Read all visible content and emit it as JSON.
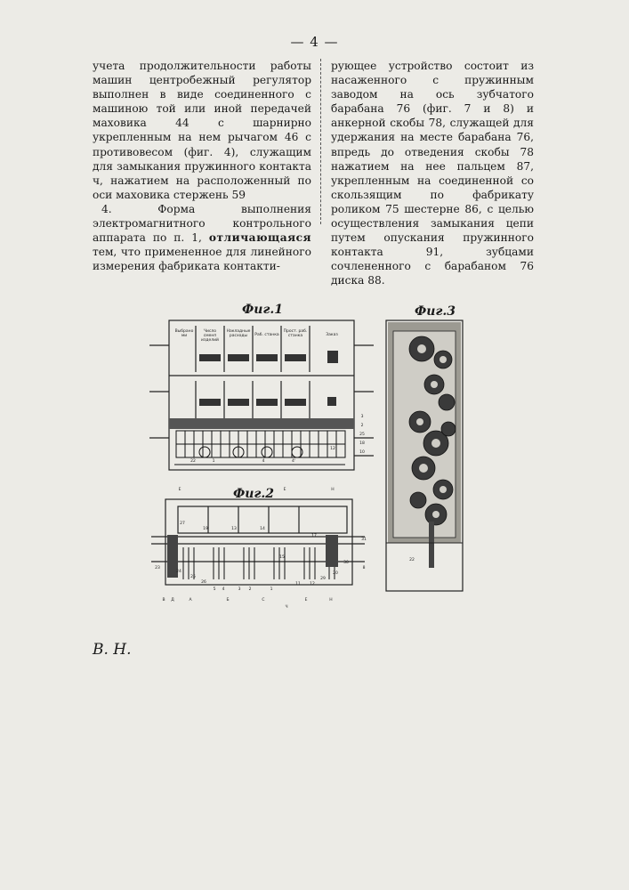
{
  "page_number": "— 4 —",
  "left_column": {
    "para1": "учета продолжительности работы машин центробежный регулятор выполнен в виде соединенного с машиною той или иной передачей маховика 44 с шарнирно укрепленным на нем рычагом 46 с противовесом (фиг. 4), служащим для замыкания пружинного контакта ч, нажатием на расположенный по оси маховика стержень 59",
    "claim_start": "4. Форма выполнения электромагнитного контрольного аппарата по п. 1,",
    "claim_emph": "отличающаяся",
    "claim_rest": "тем, что примененное для линейного измерения фабриката контакти-"
  },
  "right_column": {
    "text": "рующее устройство состоит из насаженного с пружинным заводом на ось зубчатого барабана 76 (фиг. 7 и 8) и анкерной скобы 78, служащей для удержания на месте барабана 76, впредь до отведения скобы 78 нажатием на нее пальцем 87, укрепленным на соединенной со скользящим по фабрикату роликом 75 шестерне 86, с целью осуществления замыкания цепи путем опускания пружинного контакта 91, зубцами сочлененного с барабаном 76 диска 88."
  },
  "figures": {
    "fig1": {
      "label": "Фиг.1",
      "headers": [
        "Выбрано ми",
        "Число сменп изделий",
        "Накладные расходы",
        "Раб. станка",
        "Прост. раб. станка",
        "Заказ"
      ],
      "numbers": [
        "1",
        "4",
        "4'",
        "12",
        "22",
        "10",
        "18",
        "25",
        "2",
        "3"
      ]
    },
    "fig2": {
      "label": "Фиг.2",
      "numbers": [
        "E",
        "H",
        "E",
        "27",
        "19",
        "13",
        "14",
        "15",
        "17",
        "31",
        "20",
        "23",
        "24",
        "25",
        "26",
        "8",
        "5",
        "4",
        "3",
        "2",
        "1",
        "11",
        "12",
        "29",
        "30"
      ],
      "letters": [
        "В",
        "Д",
        "А",
        "Б",
        "С",
        "Е",
        "Н",
        "Ч"
      ]
    },
    "fig3": {
      "label": "Фиг.3",
      "numbers": [
        "22"
      ]
    }
  },
  "signature": "В. Н."
}
